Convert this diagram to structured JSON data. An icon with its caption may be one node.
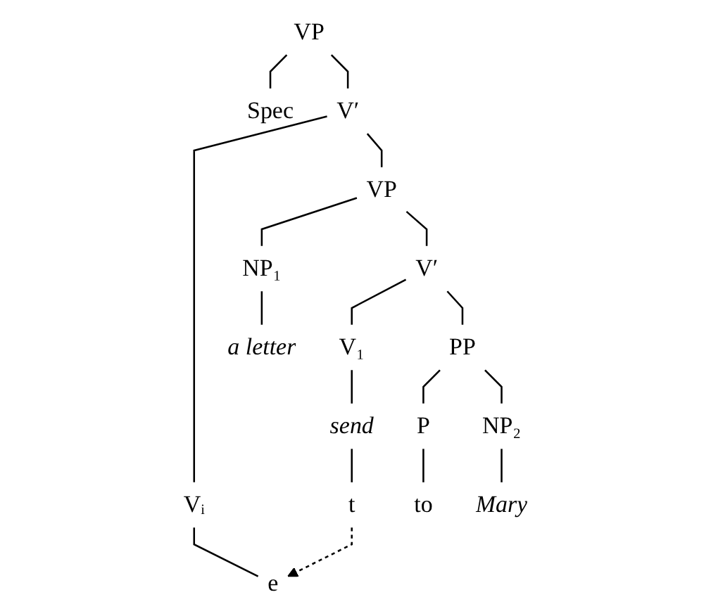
{
  "diagram": {
    "nodes": [
      {
        "text": [
          "VP"
        ]
      },
      {
        "text": [
          "Spec"
        ]
      },
      {
        "text": [
          "V′"
        ]
      },
      {
        "text": [
          "Vᵢ"
        ]
      },
      {
        "text": [
          "VP"
        ]
      },
      {
        "text": [
          "e"
        ]
      },
      {
        "text": [
          "NP₁"
        ]
      },
      {
        "text": [
          "V′"
        ]
      },
      {
        "text": [
          "a letter"
        ]
      },
      {
        "text": [
          "V₁"
        ]
      },
      {
        "text": [
          "PP"
        ]
      },
      {
        "text": [
          "send"
        ]
      },
      {
        "text": [
          "P"
        ]
      },
      {
        "text": [
          "NP₂"
        ]
      },
      {
        "text": [
          "t"
        ]
      },
      {
        "text": [
          "to"
        ]
      },
      {
        "text": [
          "Mary"
        ]
      }
    ],
    "edges": [
      {
        "from": 0,
        "to": 1,
        "arrow": "none"
      },
      {
        "from": 0,
        "to": 2,
        "arrow": "none"
      },
      {
        "from": 2,
        "to": 3,
        "arrow": "none"
      },
      {
        "from": 2,
        "to": 4,
        "arrow": "none"
      },
      {
        "from": 3,
        "to": 5,
        "arrow": "none"
      },
      {
        "from": 4,
        "to": 6,
        "arrow": "none"
      },
      {
        "from": 4,
        "to": 7,
        "arrow": "none"
      },
      {
        "from": 6,
        "to": 8,
        "arrow": "none"
      },
      {
        "from": 7,
        "to": 9,
        "arrow": "none"
      },
      {
        "from": 7,
        "to": 10,
        "arrow": "none"
      },
      {
        "from": 9,
        "to": 11,
        "arrow": "none"
      },
      {
        "from": 10,
        "to": 12,
        "arrow": "none"
      },
      {
        "from": 10,
        "to": 13,
        "arrow": "none"
      },
      {
        "from": 11,
        "to": 14,
        "arrow": "none"
      },
      {
        "from": 12,
        "to": 15,
        "arrow": "none"
      },
      {
        "from": 13,
        "to": 16,
        "arrow": "none"
      },
      {
        "from": 14,
        "to": 5,
        "arrow": "to",
        "style": "dashed"
      }
    ]
  }
}
